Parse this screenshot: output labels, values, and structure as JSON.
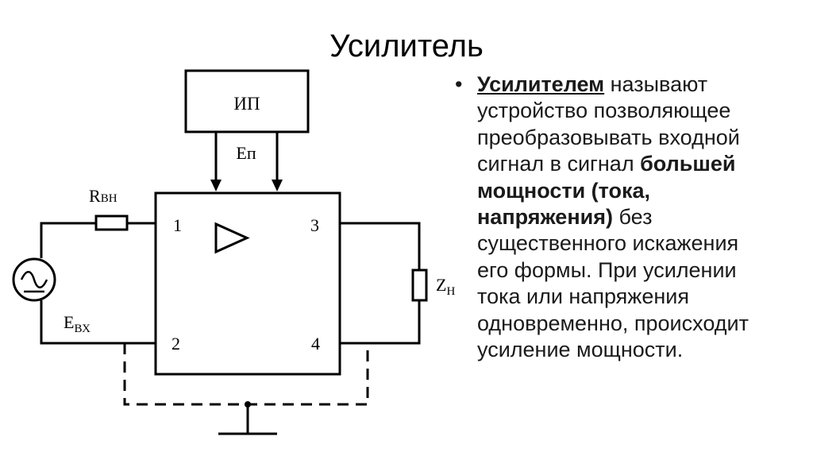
{
  "title": "Усилитель",
  "diagram": {
    "power_block": "ИП",
    "supply_label": "Еп",
    "r_in": {
      "main": "R",
      "sub": "ВН"
    },
    "source": {
      "main": "E",
      "sub": "ВХ"
    },
    "load": {
      "main": "Z",
      "sub": "Н"
    },
    "terminals": [
      "1",
      "2",
      "3",
      "4"
    ]
  },
  "description": {
    "bullet": "•",
    "lines": [
      [
        {
          "t": "Усилителем",
          "b": true,
          "u": true
        },
        {
          "t": " называют"
        }
      ],
      [
        {
          "t": "устройство позволяющее"
        }
      ],
      [
        {
          "t": "преобразовывать входной"
        }
      ],
      [
        {
          "t": "сигнал в сигнал "
        },
        {
          "t": "большей",
          "b": true
        }
      ],
      [
        {
          "t": "мощности (тока,",
          "b": true
        }
      ],
      [
        {
          "t": "напряжения)",
          "b": true
        },
        {
          "t": " без"
        }
      ],
      [
        {
          "t": "существенного искажения"
        }
      ],
      [
        {
          "t": "его формы. При усилении"
        }
      ],
      [
        {
          "t": "тока или напряжения"
        }
      ],
      [
        {
          "t": "одновременно, происходит"
        }
      ],
      [
        {
          "t": "усиление мощности."
        }
      ]
    ]
  }
}
